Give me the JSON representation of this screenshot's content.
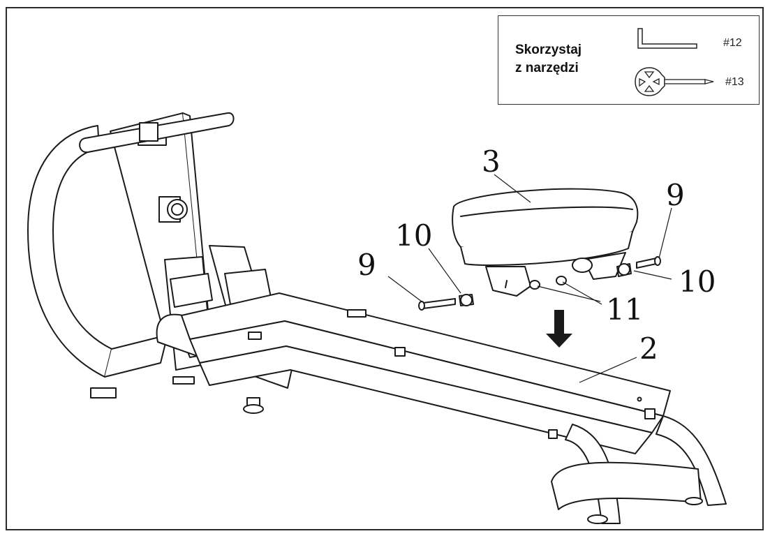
{
  "toolbox": {
    "title_line1": "Skorzystaj",
    "title_line2": "z narzędzi",
    "tools": [
      {
        "code": "#12",
        "icon": "allen-key-icon"
      },
      {
        "code": "#13",
        "icon": "combination-wrench-icon"
      }
    ]
  },
  "parts": {
    "seat": "3",
    "rail": "2",
    "bolt_left": "9",
    "bolt_right": "9",
    "spacer_left": "10",
    "spacer_right": "10",
    "nuts": "11"
  },
  "colors": {
    "line": "#1a1a1a",
    "background": "#ffffff"
  }
}
